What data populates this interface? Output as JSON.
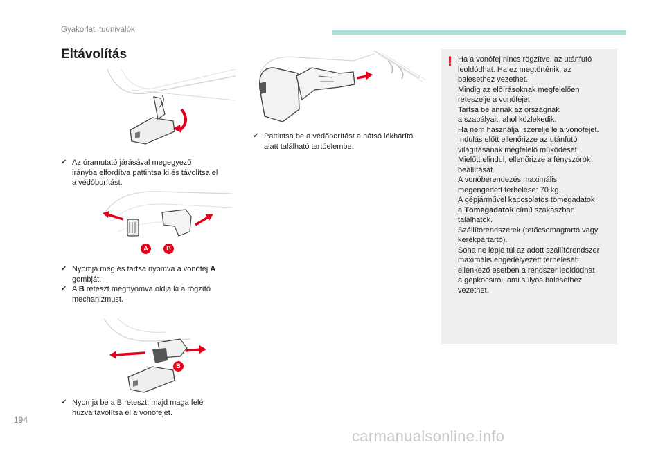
{
  "header": {
    "section": "Gyakorlati tudnivalók",
    "accent_color": "#a8dfd9"
  },
  "title": "Eltávolítás",
  "steps": {
    "step1": [
      "Az óramutató járásával megegyező",
      "irányba elfordítva pattintsa ki és távolítsa el",
      "a védőborítást."
    ],
    "step2a_prefix": "Nyomja meg és tartsa nyomva a vonófej ",
    "step2a_bold": "A",
    "step2a_line2": "gombját.",
    "step2b_prefix": "A ",
    "step2b_bold": "B",
    "step2b_rest": " reteszt megnyomva oldja ki a rögzítő",
    "step2b_line2": "mechanizmust.",
    "step3": [
      "Nyomja be a B reteszt, majd maga felé",
      "húzva távolítsa el a vonófejet."
    ],
    "step4": [
      "Pattintsa be a védőborítást a hátsó lökhárító",
      "alatt található tartóelembe."
    ]
  },
  "badges": {
    "a": "A",
    "b": "B",
    "b2": "B",
    "color": "#e2001a"
  },
  "warning": {
    "icon": "!",
    "part1": "Ha a vonófej nincs rögzítve, az utánfutó\nleoldódhat. Ha ez megtörténik, az\nbalesethez vezethet.\nMindig az előírásoknak megfelelően\nreteszelje a vonófejet.\nTartsa be annak az országnak\na szabályait, ahol közlekedik.\nHa nem használja, szerelje le a vonófejet.\nIndulás előtt ellenőrizze az utánfutó\nvilágításának megfelelő működését.\nMielőtt elindul, ellenőrizze a fényszórók\nbeállítását.\nA vonóberendezés maximális\nmegengedett terhelése: 70 kg.\nA gépjárművel kapcsolatos tömegadatok\na ",
    "bold": "Tömegadatok",
    "part2": " című szakaszban\ntalálhatók.\nSzállítórendszerek (tetőcsomagtartó vagy\nkerékpártartó).\nSoha ne lépje túl az adott szállítórendszer\nmaximális engedélyezett terhelését;\nellenkező esetben a rendszer leoldódhat\na gépkocsiról, ami súlyos balesethez\nvezethet."
  },
  "bullet_icon": "✔",
  "page_number": "194",
  "watermark": "carmanualsonline.info"
}
